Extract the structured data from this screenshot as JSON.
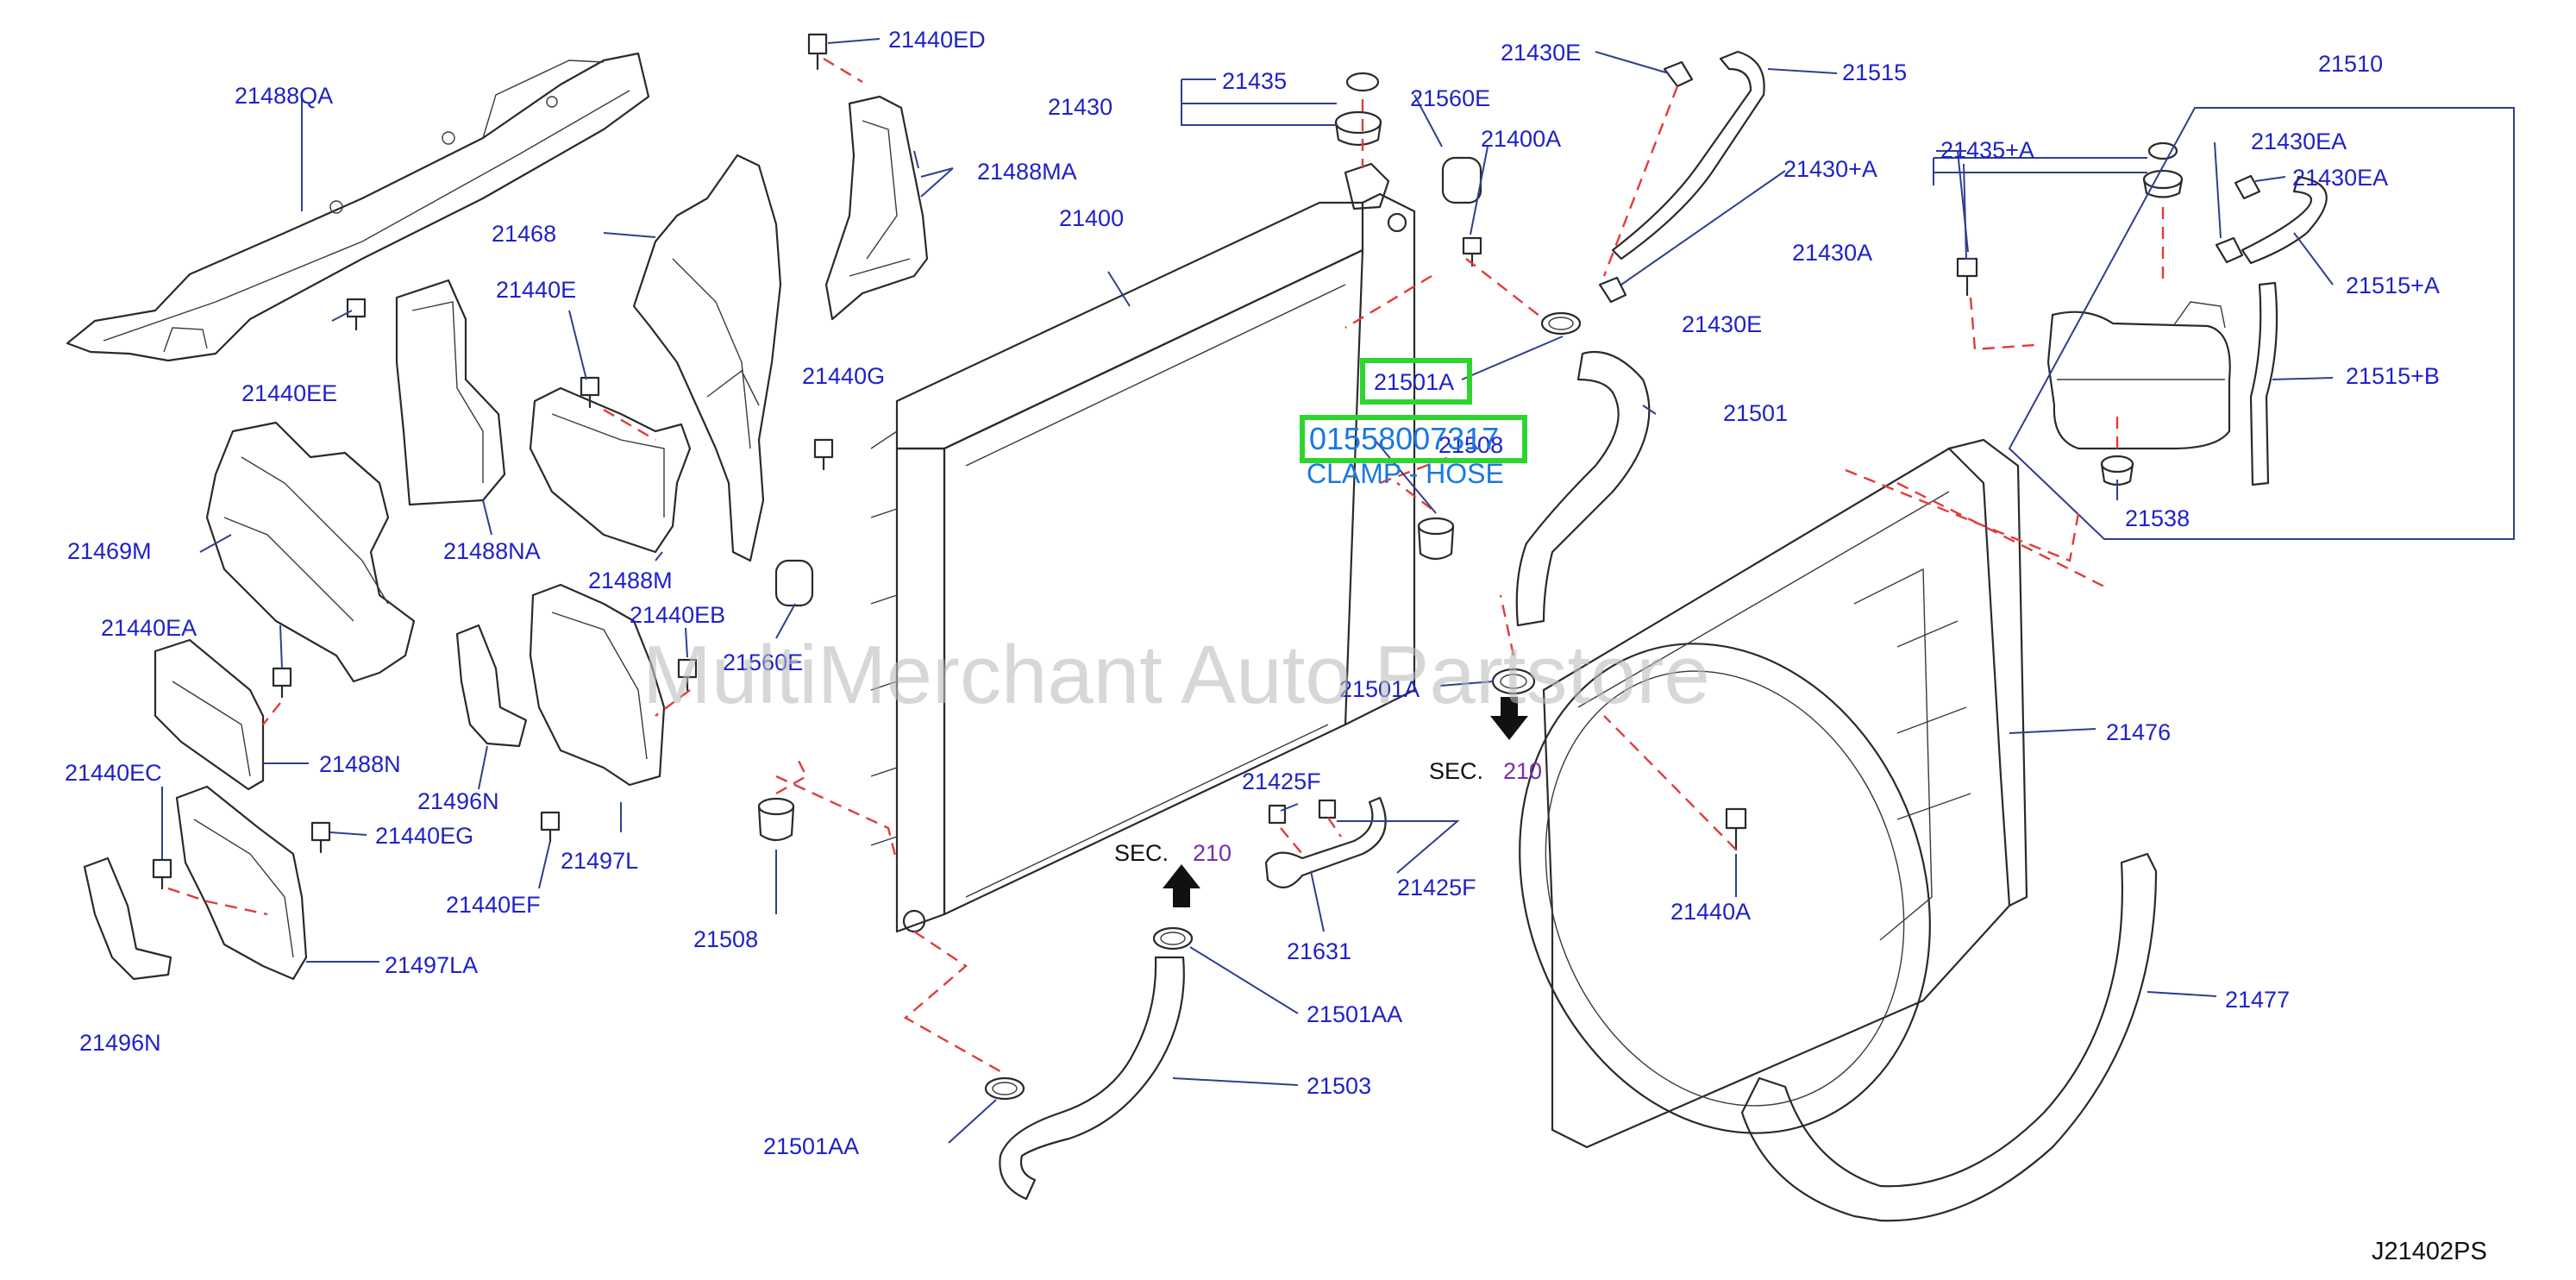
{
  "labels": {
    "p21488QA": "21488QA",
    "p21440ED": "21440ED",
    "p21435": "21435",
    "p21430": "21430",
    "p21560E_top": "21560E",
    "p21430E_top": "21430E",
    "p21515": "21515",
    "p21510": "21510",
    "p21400A": "21400A",
    "p21488MA": "21488MA",
    "p21435A": "21435+A",
    "p21430EA_1": "21430EA",
    "p21430A_plus": "21430+A",
    "p21430EA_2": "21430EA",
    "p21400": "21400",
    "p21468": "21468",
    "p21430A": "21430A",
    "p21430E_bottom": "21430E",
    "p21515A": "21515+A",
    "p21440E": "21440E",
    "p21440EE": "21440EE",
    "p21501A_top": "21501A",
    "p21440G": "21440G",
    "p21515B": "21515+B",
    "p21501": "21501",
    "p21508_top": "21508",
    "p21538": "21538",
    "p21469M": "21469M",
    "p21488NA": "21488NA",
    "p21488M": "21488M",
    "p21440EB": "21440EB",
    "p21440EA": "21440EA",
    "p21560E_mid": "21560E",
    "p21501A_mid": "21501A",
    "p21476": "21476",
    "p21488N": "21488N",
    "p21440EC": "21440EC",
    "p21496N_mid": "21496N",
    "p21425F_top": "21425F",
    "p21440EG": "21440EG",
    "p21497L": "21497L",
    "p21425F_right": "21425F",
    "p21440EF": "21440EF",
    "p21440A": "21440A",
    "p21508_bottom": "21508",
    "p21631": "21631",
    "p21497LA": "21497LA",
    "p21501AA_mid": "21501AA",
    "p21477": "21477",
    "p21496N_bottom": "21496N",
    "p21503": "21503",
    "p21501AA_bottom": "21501AA"
  },
  "sections": {
    "sec_word": "SEC.",
    "sec1_num": "210",
    "sec2_num": "210"
  },
  "highlight": {
    "part_number": "01558007317",
    "description": "CLAMP - HOSE"
  },
  "watermark": "MultiMerchant Auto Partstore",
  "diagram_code": "J21402PS",
  "colors": {
    "label": "#1e22c8",
    "leader_dash": "#e23b3b",
    "highlight_box": "#2ed52e",
    "highlight_text": "#1a78e0",
    "section_number": "#7a2ab0"
  }
}
